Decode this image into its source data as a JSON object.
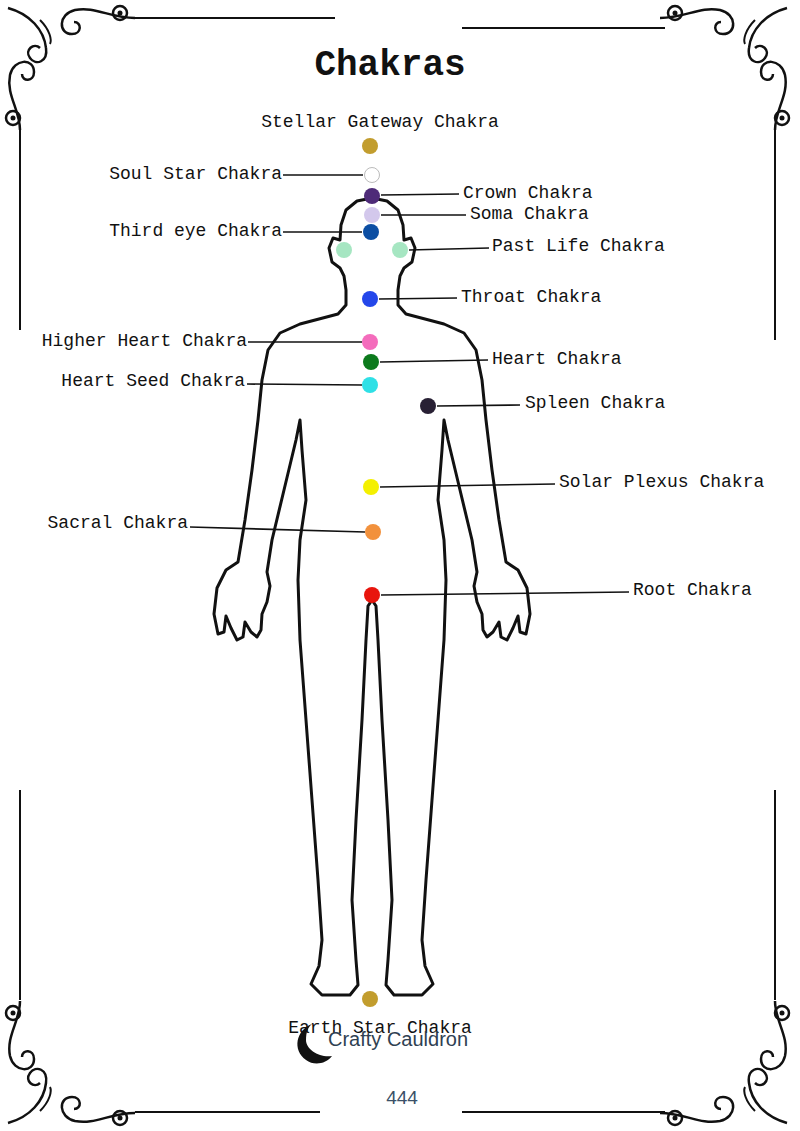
{
  "diagram": {
    "title": "Chakras",
    "labels": [
      "Stellar Gateway Chakra",
      "Soul Star Chakra",
      "Crown Chakra",
      "Soma Chakra",
      "Third eye Chakra",
      "Past Life Chakra",
      "Throat Chakra",
      "Higher Heart Chakra",
      "Heart Chakra",
      "Heart Seed Chakra",
      "Spleen Chakra",
      "Solar Plexus Chakra",
      "Sacral Chakra",
      "Root Chakra",
      "Earth Star Chakra",
      "Crafty Cauldron",
      "444"
    ]
  }
}
